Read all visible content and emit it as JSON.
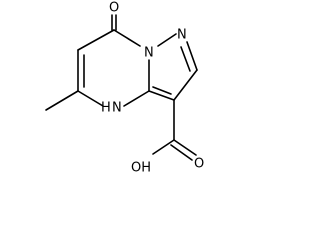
{
  "molecule": {
    "labels": {
      "carbonyl_oxygen": "O",
      "ring_nitrogen_top": "N",
      "bridge_nitrogen": "N",
      "nh": "N",
      "nh_h": "H",
      "acid_oxygen": "O",
      "hydroxyl": "OH"
    }
  },
  "colors": {
    "bond": "#000000",
    "text": "#000000",
    "background": "#ffffff"
  }
}
